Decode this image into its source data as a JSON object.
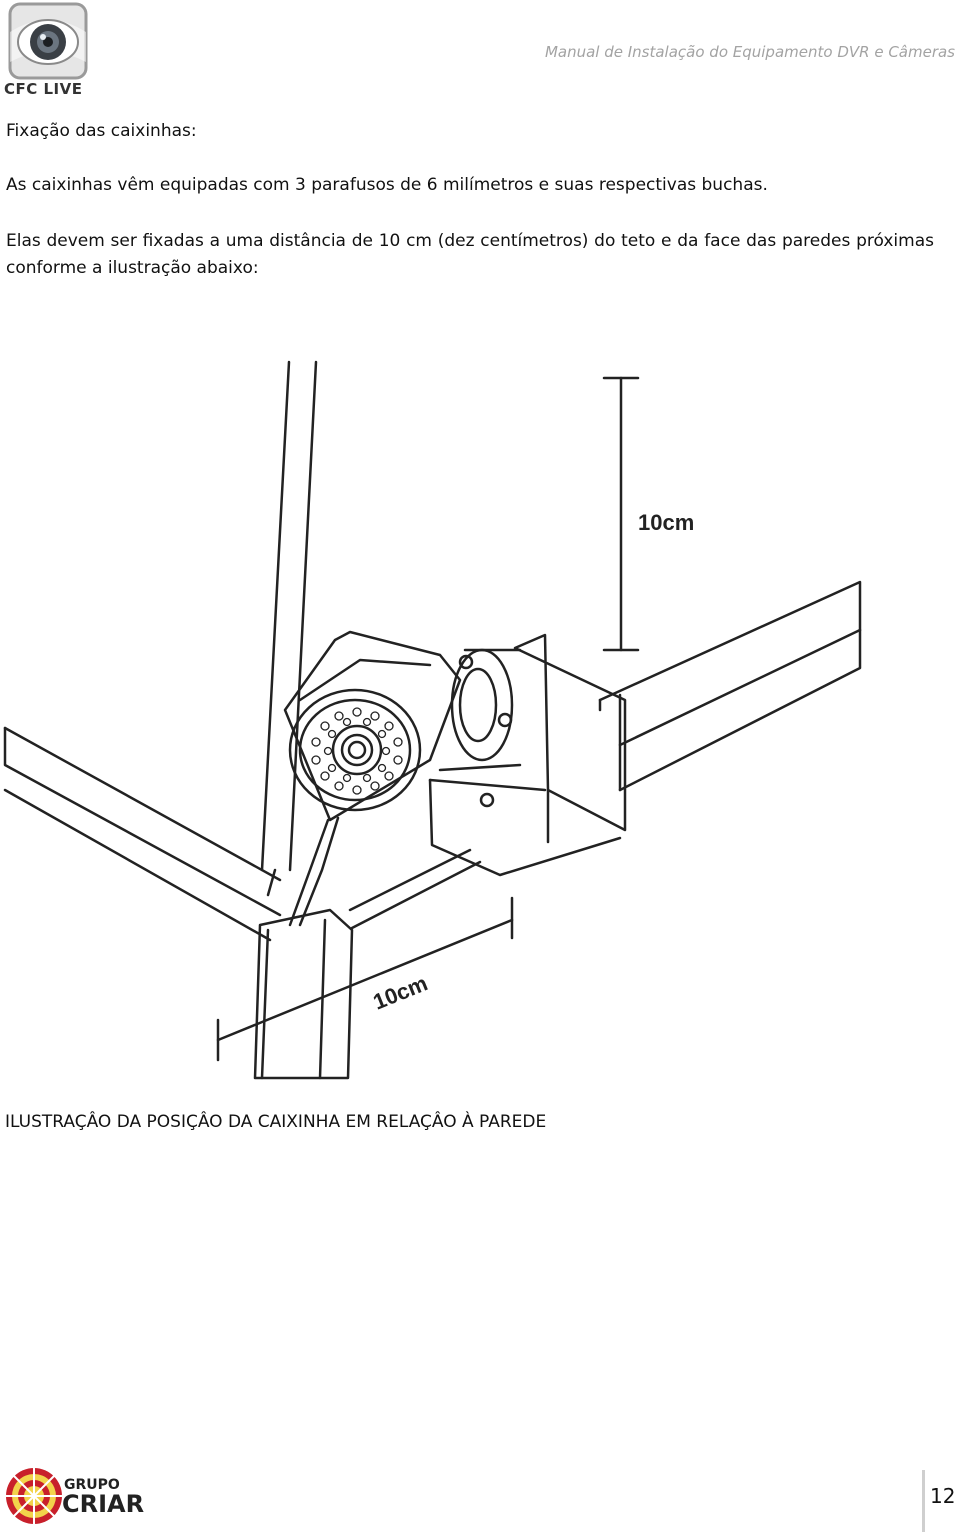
{
  "header": {
    "brand_text": "CFC LIVE",
    "title": "Manual de Instalação do Equipamento DVR e Câmeras"
  },
  "content": {
    "section_title": "Fixação das caixinhas:",
    "paragraph_1": "As caixinhas vêm equipadas com 3 parafusos de 6 milímetros e suas respectivas buchas.",
    "paragraph_2": "Elas devem ser fixadas a uma distância de 10 cm (dez centímetros) do teto e da face das paredes próximas conforme a ilustração abaixo:",
    "figure": {
      "label_ceiling_distance": "10cm",
      "label_wall_distance": "10cm"
    },
    "caption": "ILUSTRAÇÂO DA POSIÇÂO DA CAIXINHA EM RELAÇÂO À PAREDE"
  },
  "footer": {
    "brand_small": "GRUPO",
    "brand_big": "CRIAR",
    "page_number": "12"
  }
}
